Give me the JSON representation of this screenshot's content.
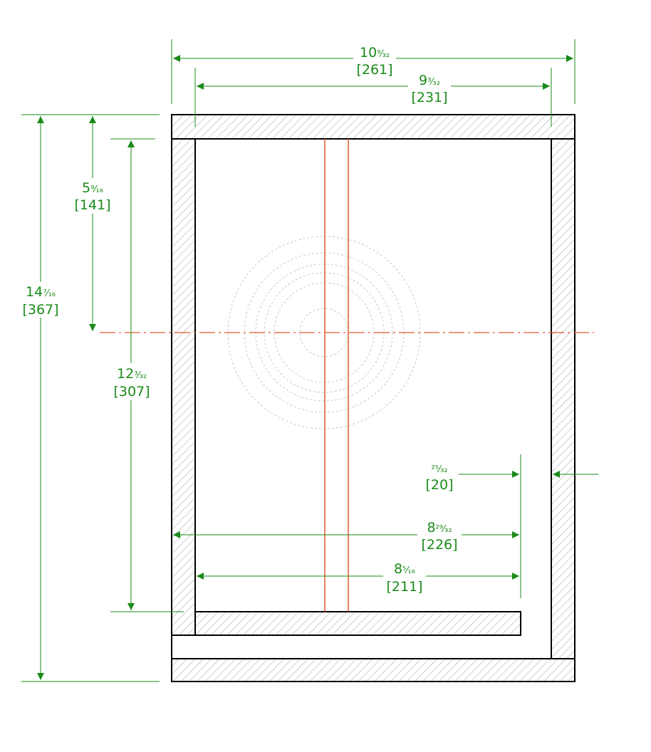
{
  "colors": {
    "dimension": "#1a8a1a",
    "outline": "#000000",
    "hatch": "#9a9a9a",
    "centerline": "#e05a2a",
    "driver": "#c8c8c8"
  },
  "dimensions": {
    "overall_width": {
      "whole": "10",
      "frac": "⁹⁄₃₂",
      "metric": "[261]"
    },
    "inner_width": {
      "whole": "9",
      "frac": "³⁄₃₂",
      "metric": "[231]"
    },
    "overall_height": {
      "whole": "14",
      "frac": "⁷⁄₁₆",
      "metric": "[367]"
    },
    "driver_center": {
      "whole": "5",
      "frac": "⁹⁄₁₆",
      "metric": "[141]"
    },
    "inner_height": {
      "whole": "12",
      "frac": "³⁄₃₂",
      "metric": "[307]"
    },
    "port_gap": {
      "whole": "",
      "frac": "²⁵⁄₃₂",
      "metric": "[20]"
    },
    "shelf_outer": {
      "whole": "8",
      "frac": "²⁹⁄₃₂",
      "metric": "[226]"
    },
    "shelf_inner": {
      "whole": "8",
      "frac": "⁵⁄₁₆",
      "metric": "[211]"
    }
  }
}
